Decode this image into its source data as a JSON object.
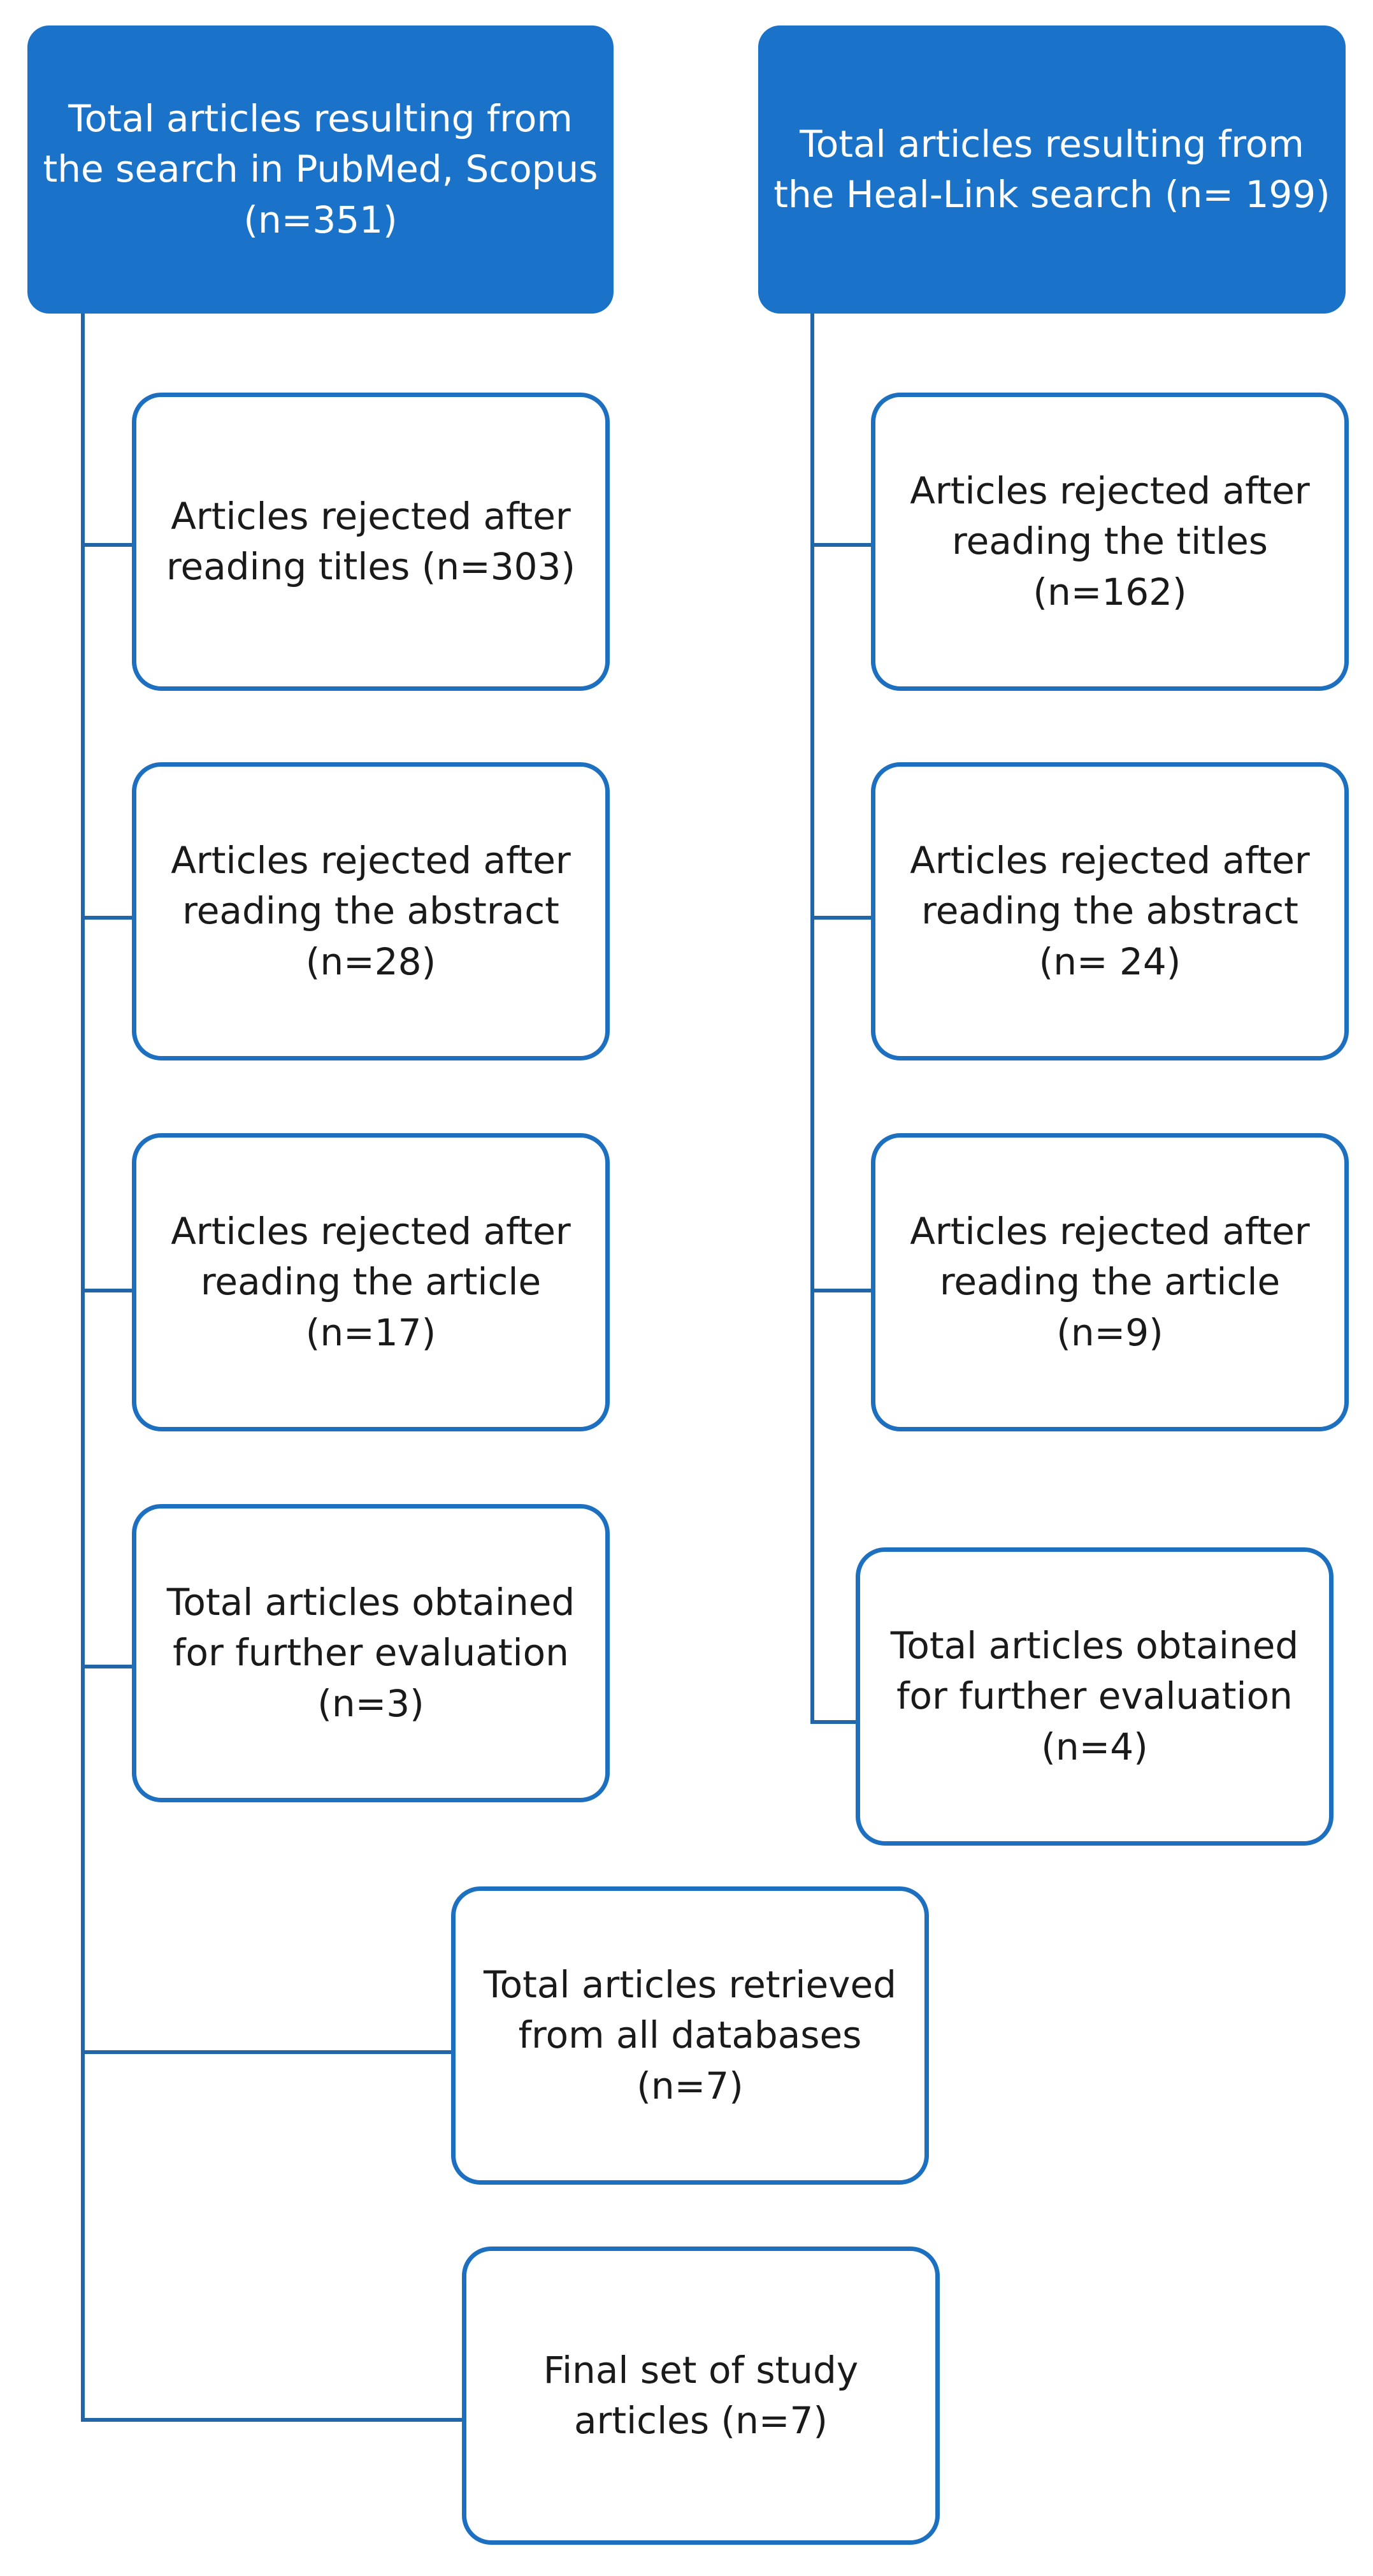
{
  "colors": {
    "header_fill": "#1a73c9",
    "box_border": "#1d6fbf",
    "connector": "#2366a8",
    "text": "#1a1a1a",
    "header_text": "#ffffff"
  },
  "left_branch": {
    "header": "Total articles resulting from the search in PubMed, Scopus (n=351)",
    "rejected_titles": "Articles rejected after reading titles (n=303)",
    "rejected_abstract": "Articles rejected after reading the abstract\n(n=28)",
    "rejected_article": "Articles rejected after reading the article\n(n=17)",
    "obtained": "Total articles obtained for further evaluation\n(n=3)"
  },
  "right_branch": {
    "header": "Total articles resulting from the Heal-Link search (n= 199)",
    "rejected_titles": "Articles rejected after reading the titles\n(n=162)",
    "rejected_abstract": "Articles rejected after reading the abstract\n(n= 24)",
    "rejected_article": "Articles rejected after reading the article\n(n=9)",
    "obtained": "Total articles obtained for further evaluation\n(n=4)"
  },
  "combined": {
    "retrieved": "Total articles retrieved from all databases\n(n=7)",
    "final": "Final set of study articles (n=7)"
  }
}
